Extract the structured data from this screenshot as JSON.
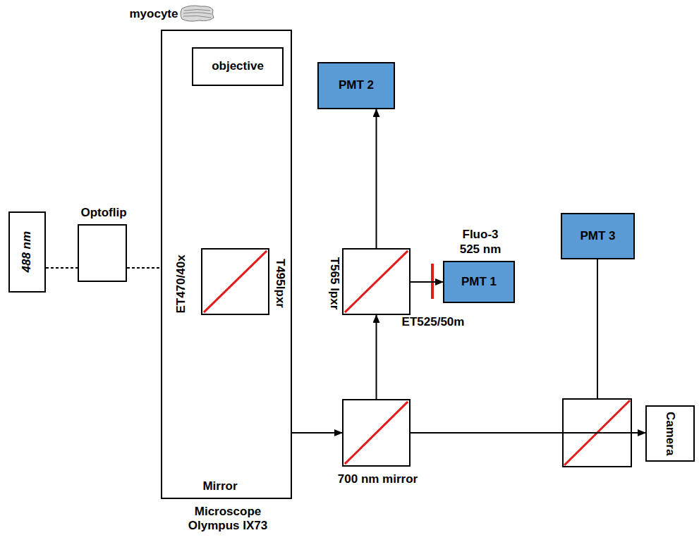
{
  "diagram": {
    "nodes": [
      {
        "text": [
          "Microscope Olympus IX73"
        ]
      },
      {
        "text": [
          "objective"
        ],
        "in": 0
      },
      {
        "text": [
          "488 nm"
        ]
      },
      {
        "text": [
          "Optoflip"
        ]
      },
      {
        "text": [
          "T495lpxr"
        ],
        "in": 0
      },
      {
        "text": [
          "PMT 2"
        ]
      },
      {
        "text": [
          "T565 lpxr"
        ]
      },
      {
        "text": [
          "Fluo-3 525 nm",
          "PMT 1"
        ]
      },
      {
        "text": [
          "700 nm mirror"
        ]
      },
      {
        "text": [
          "PMT 3"
        ]
      },
      {
        "text": [
          "Camera"
        ]
      }
    ],
    "edges": [
      {
        "from": 2,
        "to": 3,
        "arrow": "none"
      },
      {
        "from": 3,
        "to": 4,
        "arrow": "to"
      },
      {
        "from": 4,
        "to": 1,
        "arrow": "to"
      },
      {
        "from": 1,
        "to": 4,
        "arrow": "none"
      },
      {
        "from": 4,
        "to": 8,
        "arrow": "to"
      },
      {
        "from": 8,
        "to": 6,
        "arrow": "to"
      },
      {
        "from": 6,
        "to": 5,
        "arrow": "to"
      },
      {
        "from": 6,
        "to": 7,
        "arrow": "to"
      },
      {
        "from": 8,
        "to": 10,
        "arrow": "to"
      }
    ],
    "labels": [
      "myocyte",
      "ET470/40x",
      "Mirror",
      "ET525/50m"
    ]
  }
}
